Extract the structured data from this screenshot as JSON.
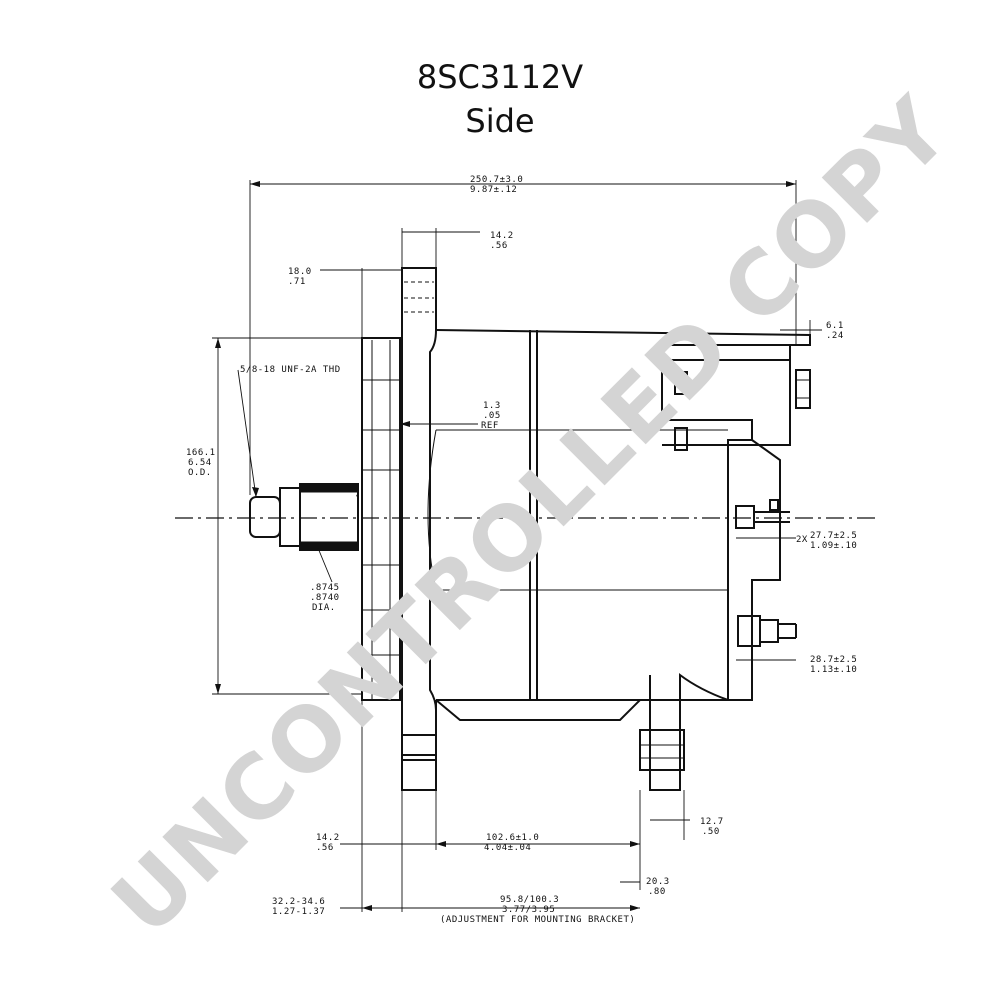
{
  "title": "8SC3112V",
  "subtitle": "Side",
  "watermark": "UNCONTROLLED COPY",
  "dimensions": {
    "overall_length_mm": "250.7±3.0",
    "overall_length_in": "9.87±.12",
    "flange_top_mm": "14.2",
    "flange_top_in": ".56",
    "hub_offset_mm": "18.0",
    "hub_offset_in": ".71",
    "thread": "5/8-18 UNF-2A THD",
    "rear_offset_mm": "6.1",
    "rear_offset_in": ".24",
    "ref_gap_mm": "1.3",
    "ref_gap_in": ".05",
    "ref_label": "REF",
    "od_mm": "166.1",
    "od_in": "6.54",
    "od_label": "O.D.",
    "terminal_2x_prefix": "2X",
    "terminal_2x_mm": "27.7±2.5",
    "terminal_2x_in": "1.09±.10",
    "shaft_dia_mm": ".8745",
    "shaft_dia_in": ".8740",
    "shaft_dia_label": "DIA.",
    "terminal_mm": "28.7±2.5",
    "terminal_in": "1.13±.10",
    "bracket_width_mm": "12.7",
    "bracket_width_in": ".50",
    "flange_bottom_mm": "14.2",
    "flange_bottom_in": ".56",
    "bracket_span_mm": "102.6±1.0",
    "bracket_span_in": "4.04±.04",
    "bracket_offset_mm": "20.3",
    "bracket_offset_in": ".80",
    "pulley_range_mm": "32.2-34.6",
    "pulley_range_in": "1.27-1.37",
    "adjust_range_mm": "95.8/100.3",
    "adjust_range_in": "3.77/3.95",
    "adjust_note": "(ADJUSTMENT FOR MOUNTING BRACKET)"
  }
}
